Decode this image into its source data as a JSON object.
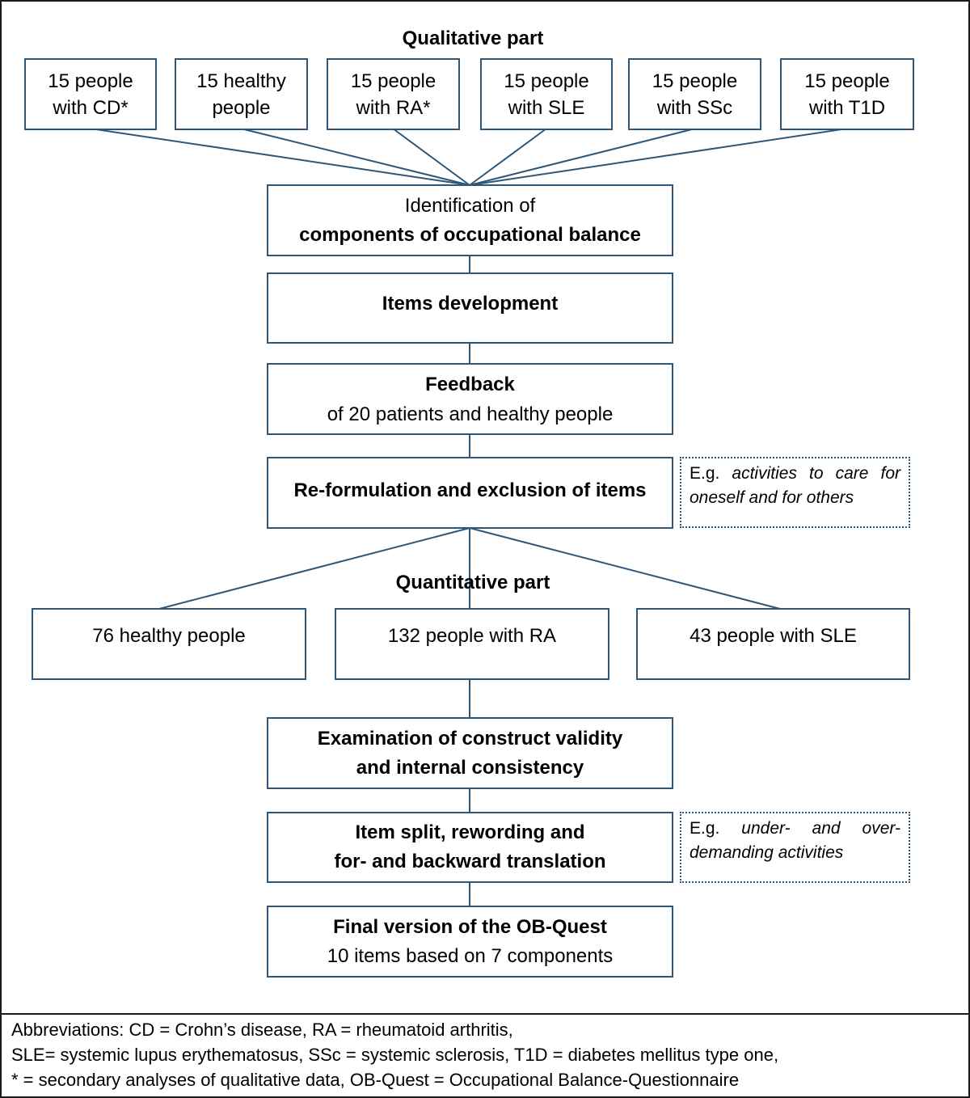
{
  "qualitative": {
    "heading": "Qualitative part",
    "groups": [
      {
        "line1": "15 people",
        "line2": "with CD*"
      },
      {
        "line1": "15 healthy",
        "line2": "people"
      },
      {
        "line1": "15 people",
        "line2": "with RA*"
      },
      {
        "line1": "15 people",
        "line2": "with SLE"
      },
      {
        "line1": "15 people",
        "line2": "with SSc"
      },
      {
        "line1": "15 people",
        "line2": "with T1D"
      }
    ]
  },
  "steps": {
    "identification": {
      "line1": "Identification of",
      "line2": "components of occupational balance"
    },
    "items_development": {
      "title": "Items development"
    },
    "feedback": {
      "title": "Feedback",
      "subtitle": "of 20 patients and healthy people"
    },
    "reformulation": {
      "title": "Re-formulation and exclusion of items"
    },
    "examination": {
      "line1": "Examination of construct validity",
      "line2": "and internal consistency"
    },
    "item_split": {
      "line1": "Item split, rewording and",
      "line2": "for- and backward translation"
    },
    "final": {
      "title": "Final version of the OB-Quest",
      "subtitle": "10 items based on 7 components"
    }
  },
  "notes": {
    "reformulation": {
      "prefix": "E.g. ",
      "example": "activities to care for oneself and for others"
    },
    "item_split": {
      "prefix": "E.g. ",
      "example": "under- and over-demanding activities"
    }
  },
  "quantitative": {
    "heading": "Quantitative part",
    "groups": [
      "76 healthy people",
      "132 people with RA",
      "43 people with SLE"
    ]
  },
  "legend": {
    "line1": "Abbreviations: CD = Crohn’s disease,  RA = rheumatoid arthritis,",
    "line2": "SLE= systemic lupus erythematosus, SSc = systemic sclerosis, T1D = diabetes mellitus type one,",
    "line3": "* = secondary analyses of qualitative data, OB-Quest = Occupational Balance-Questionnaire"
  },
  "colors": {
    "box_border": "#2e5679",
    "connector": "#2e5679",
    "frame": "#1a1a1a"
  }
}
